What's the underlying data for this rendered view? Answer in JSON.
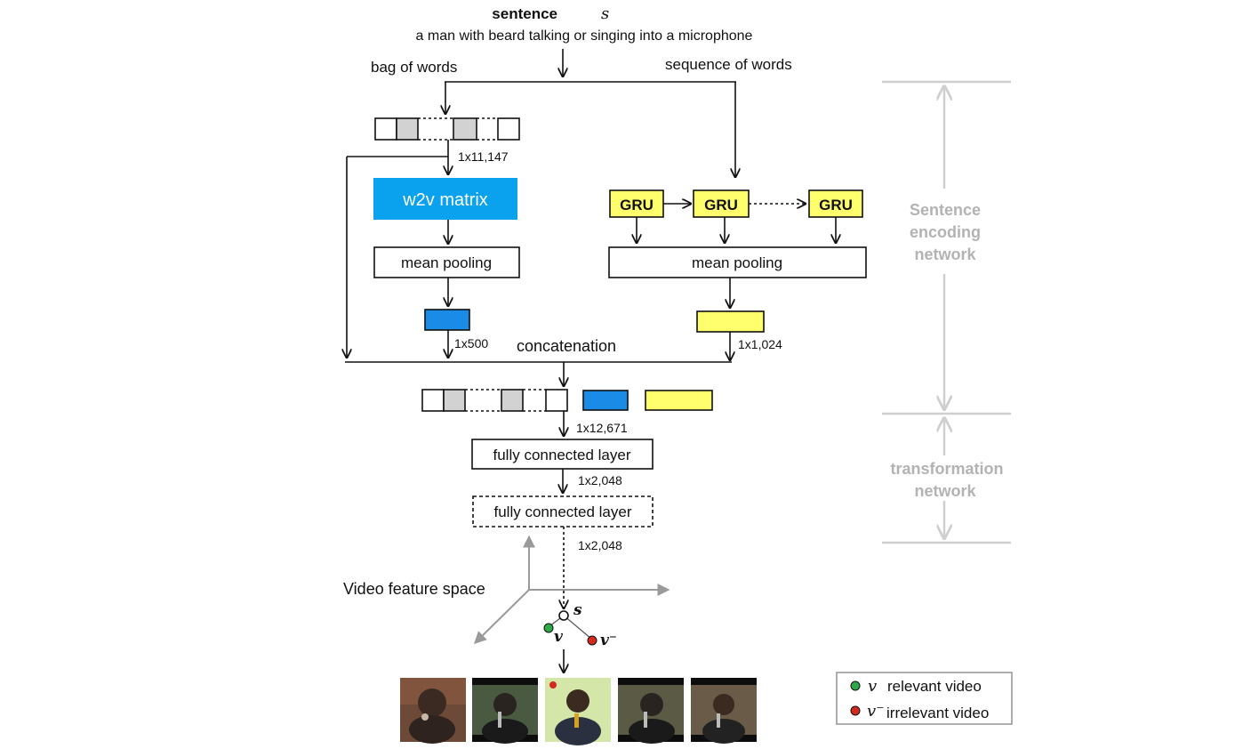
{
  "header": {
    "sentence_label": "sentence",
    "sentence_symbol": "s",
    "sentence_text": "a man with beard talking or singing into a microphone"
  },
  "branches": {
    "bag_of_words": "bag of words",
    "sequence_of_words": "sequence of words"
  },
  "dims": {
    "bow": "1x11,147",
    "w2v_out": "1x500",
    "gru_out": "1x1,024",
    "concat": "1x12,671",
    "fc1": "1x2,048",
    "fc2": "1x2,048"
  },
  "blocks": {
    "w2v": "w2v matrix",
    "mean_pool_left": "mean pooling",
    "mean_pool_right": "mean pooling",
    "gru": [
      "GRU",
      "GRU",
      "GRU"
    ],
    "concatenation": "concatenation",
    "fc1": "fully connected layer",
    "fc2": "fully connected layer"
  },
  "side": {
    "sentence_encoding": [
      "Sentence",
      "encoding",
      "network"
    ],
    "transformation": [
      "transformation",
      "network"
    ]
  },
  "space": {
    "label": "Video feature space",
    "s": "s",
    "v": "v",
    "v_neg": "v⁻"
  },
  "legend": {
    "relevant_symbol": "v",
    "relevant_label": "relevant video",
    "irrelevant_symbol": "v⁻",
    "irrelevant_label": "irrelevant video"
  },
  "colors": {
    "w2v_blue": "#0aa1ef",
    "gru_yellow": "#ffff6e",
    "vector_blue": "#1a8be6",
    "cell_gray": "#d2d2d2",
    "side_gray": "#b3b3b3",
    "relevant_green": "#2ea84a",
    "irrelevant_red": "#d22a1e"
  }
}
